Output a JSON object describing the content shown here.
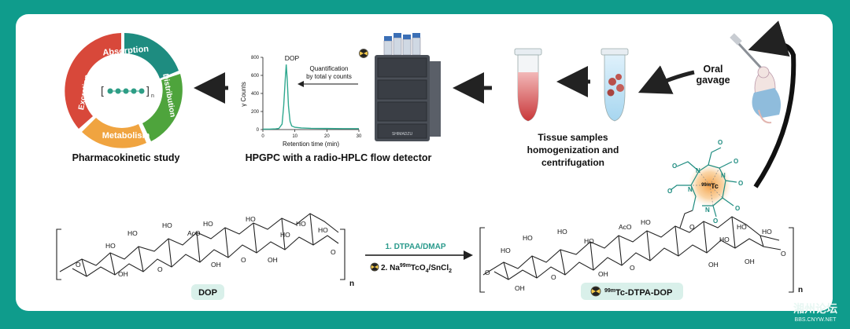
{
  "colors": {
    "frame": "#0f9c8c",
    "panel": "#ffffff",
    "teal": "#1e8c80",
    "green": "#4ea43c",
    "red": "#d8483a",
    "orange": "#f0a440",
    "pill": "#d9f0ea",
    "arrow": "#222222"
  },
  "adme": {
    "segments": [
      "Absorption",
      "Distribution",
      "Metabolism",
      "Excretion"
    ],
    "center_label": "n",
    "caption": "Pharmacokinetic study"
  },
  "hplc": {
    "peak_label": "DOP",
    "ylabel": "γ Counts",
    "xlabel": "Retention time (min)",
    "annotation_line1": "Quantification",
    "annotation_line2": "by total γ counts",
    "caption": "HPGPC with a radio-HPLC flow detector",
    "instrument_label": "SHIMADZU"
  },
  "chart_data": {
    "type": "line",
    "title": "",
    "xlabel": "Retention time (min)",
    "ylabel": "γ Counts",
    "xlim": [
      0,
      30
    ],
    "ylim": [
      0,
      800
    ],
    "xticks": [
      0,
      10,
      20,
      30
    ],
    "yticks": [
      0,
      200,
      400,
      600,
      800
    ],
    "x": [
      0,
      2,
      4,
      5,
      6,
      6.5,
      7,
      7.3,
      7.6,
      8,
      8.5,
      9,
      10,
      12,
      15,
      20,
      25,
      30
    ],
    "y": [
      5,
      5,
      8,
      12,
      60,
      260,
      560,
      720,
      560,
      260,
      90,
      40,
      25,
      18,
      14,
      12,
      10,
      10
    ],
    "grid": false
  },
  "tissue": {
    "caption_line1": "Tissue samples",
    "caption_line2": "homogenization and",
    "caption_line3": "centrifugation"
  },
  "gavage": {
    "label_line1": "Oral",
    "label_line2": "gavage"
  },
  "reaction": {
    "step1": "1. DTPAA/DMAP",
    "step2_prefix": "2. Na",
    "step2_sup": "99m",
    "step2_mid": "TcO",
    "step2_sub1": "4",
    "step2_sep": "/SnCl",
    "step2_sub2": "2",
    "n_label": "n",
    "reactant_label": "DOP",
    "product_sup": "99m",
    "product_label": "Tc-DTPA-DOP",
    "chelate_metal_sup": "99m",
    "chelate_metal": "Tc"
  },
  "structure_labels": {
    "oh": "HO",
    "oh2": "OH",
    "aco": "AcO",
    "o": "O",
    "n": "N"
  },
  "watermark": {
    "line1": "湘州论坛",
    "line2": "BBS.CNYW.NET"
  }
}
